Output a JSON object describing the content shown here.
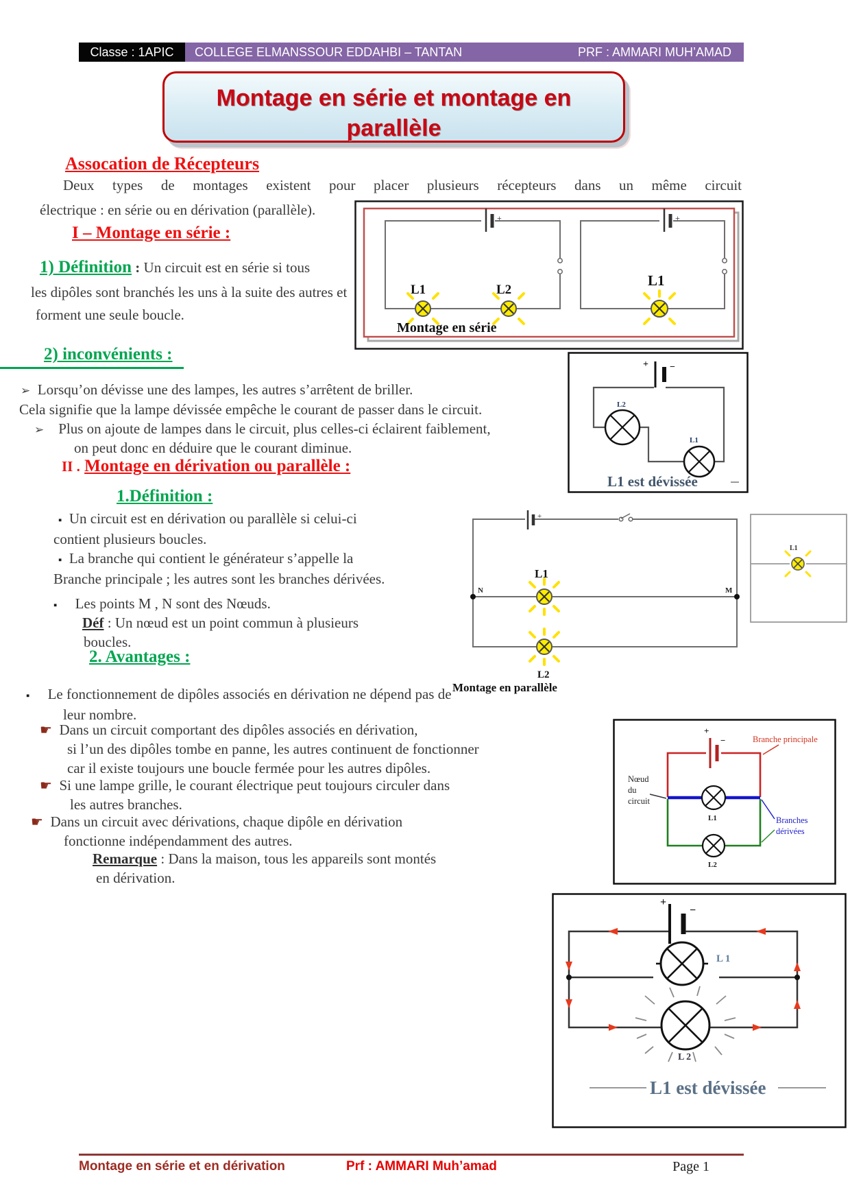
{
  "header": {
    "classe": "Classe : 1APIC",
    "school": "COLLEGE ELMANSSOUR EDDAHBI – TANTAN",
    "prf": "PRF : AMMARI MUH’AMAD"
  },
  "title": {
    "line1": "Montage en série et montage en",
    "line2": "parallèle"
  },
  "assocation": {
    "heading": "Assocation de Récepteurs",
    "intro_line1": "Deux types de montages existent pour placer plusieurs récepteurs dans un même circuit",
    "intro_line2": "électrique : en série ou en dérivation (parallèle)."
  },
  "serie": {
    "heading": "I – Montage en série :",
    "def_label": "1) Définition",
    "def_sep": " : ",
    "def_text": "Un circuit est en série si tous",
    "def_line2": "les dipôles sont branchés  les uns à la suite des autres et",
    "def_line3": "forment une seule boucle.",
    "inconvenients_heading": "2) inconvénients :",
    "marker": "➢",
    "inc1": "Lorsqu’on dévisse une des lampes, les autres s’arrêtent de briller.",
    "inc1b": "Cela signifie que la lampe dévissée empêche le courant de passer dans le circuit.",
    "inc2": "Plus on ajoute de lampes dans le circuit, plus celles-ci éclairent faiblement,",
    "inc2b": "on peut donc en déduire que le courant diminue."
  },
  "parallele": {
    "heading_num": "II .",
    "heading": "Montage en dérivation ou parallèle :",
    "def_heading": "1.Définition :",
    "bullet": "▪",
    "b1a": "Un circuit est en dérivation ou parallèle si celui-ci",
    "b1b": "contient plusieurs boucles.",
    "b2a": "La branche qui contient le générateur s’appelle la",
    "b2b": "Branche principale ; les autres sont les branches dérivées.",
    "b3": "Les points M , N sont des Nœuds.",
    "def_label": "Déf",
    "def_text": " : Un nœud est un point commun à plusieurs",
    "def_text2": "boucles.",
    "avantages_heading": "2. Avantages :",
    "a1a": "Le fonctionnement de dipôles associés en dérivation ne dépend pas de",
    "a1b": "leur nombre.",
    "a2a": "Dans un circuit comportant des dipôles associés en dérivation,",
    "a2b": "si l’un des dipôles tombe en panne, les autres continuent de fonctionner",
    "a2c": "car il existe toujours une boucle fermée pour les autres dipôles.",
    "a3a": "Si une lampe grille, le courant électrique peut toujours circuler dans",
    "a3b": "les autres branches.",
    "a4a": "Dans un circuit avec dérivations, chaque dipôle en dérivation",
    "a4b": "fonctionne indépendamment des autres.",
    "remarque_label": "Remarque",
    "remarque_text": " : Dans la maison, tous les appareils sont montés",
    "remarque_text2": "en dérivation."
  },
  "symbols": {
    "plus": "+",
    "minus": "−"
  },
  "diagrams": {
    "serie": {
      "caption": "Montage en série",
      "l1": "L1",
      "l2": "L2",
      "l1b": "L1"
    },
    "devissee1": {
      "caption": "L1 est dévissée",
      "l2": "L2",
      "l1": "L1"
    },
    "parallele": {
      "caption": "Montage en parallèle",
      "l1": "L1",
      "l2": "L2",
      "n": "N",
      "m": "M",
      "l1_small": "L1"
    },
    "branches": {
      "noeud1": "Nœud",
      "noeud2": "du",
      "noeud3": "circuit",
      "principale": "Branche principale",
      "derivees1": "Branches",
      "derivees2": "dérivées",
      "l1": "L1",
      "l2": "L2"
    },
    "devissee2": {
      "caption": "L1 est dévissée",
      "l1": "L 1",
      "l2": "L 2"
    }
  },
  "footer": {
    "left": "Montage en série et en dérivation",
    "center": "Prf : AMMARI Muh’amad",
    "right": "Page 1"
  }
}
